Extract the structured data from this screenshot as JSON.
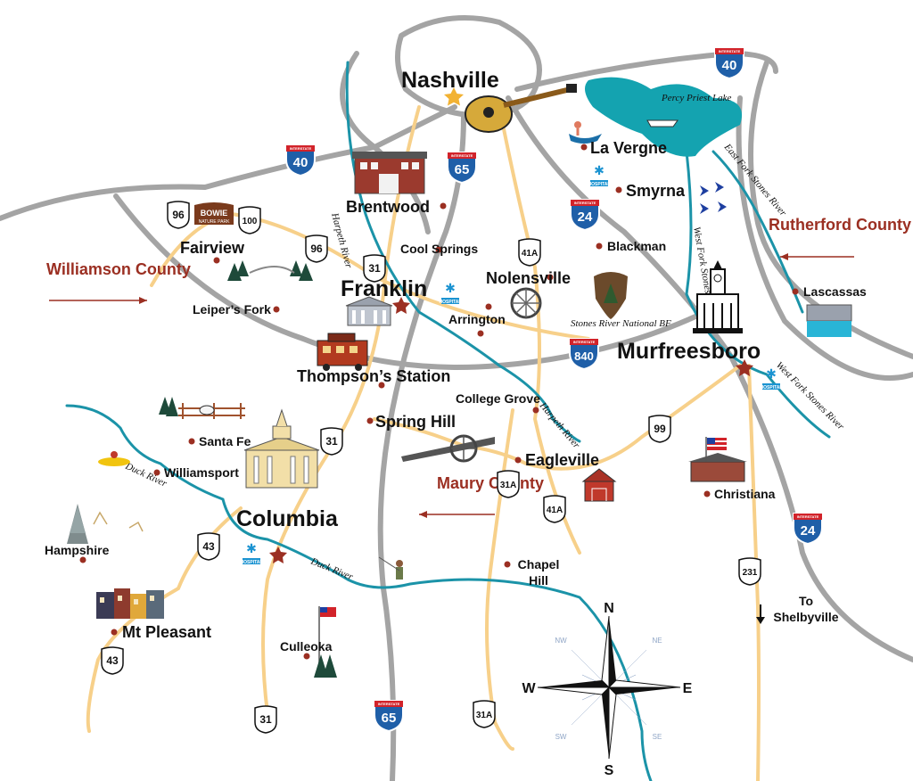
{
  "cities": {
    "nashville": "Nashville",
    "franklin": "Franklin",
    "murfreesboro": "Murfreesboro",
    "columbia": "Columbia",
    "brentwood": "Brentwood",
    "la_vergne": "La Vergne",
    "smyrna": "Smyrna",
    "fairview": "Fairview",
    "thompsons_station": "Thompson’s Station",
    "spring_hill": "Spring Hill",
    "nolensville": "Nolensville",
    "eagleville": "Eagleville",
    "mt_pleasant": "Mt Pleasant",
    "cool_springs": "Cool Springs",
    "blackman": "Blackman",
    "arrington": "Arrington",
    "leipers_fork": "Leiper’s Fork",
    "college_grove": "College Grove",
    "lascassas": "Lascassas",
    "santa_fe": "Santa Fe",
    "williamsport": "Williamsport",
    "christiana": "Christiana",
    "hampshire": "Hampshire",
    "chapel_hill": "Chapel Hill",
    "culleoka": "Culleoka",
    "to_shelbyville": "To Shelbyville"
  },
  "counties": {
    "williamson": "Williamson County",
    "rutherford": "Rutherford County",
    "maury": "Maury County"
  },
  "water": {
    "percy_priest": "Percy Priest Lake",
    "harpeth_river": "Harpeth River",
    "east_fork": "East Fork Stones River",
    "west_fork": "West Fork Stones River",
    "duck_river": "Duck River"
  },
  "landmarks": {
    "stones_river": "Stones River National BF",
    "bowie_title": "BOWIE",
    "bowie_sub": "NATURE PARK",
    "hospital": "HOSPITAL"
  },
  "shields": {
    "interstate_word": "INTERSTATE",
    "i40": "40",
    "i65": "65",
    "i24": "24",
    "i840": "840",
    "us31": "31",
    "us41a": "41A",
    "us31a": "31A",
    "us43": "43",
    "us96": "96",
    "us100": "100",
    "us99": "99",
    "us231": "231"
  },
  "compass": {
    "n": "N",
    "s": "S",
    "e": "E",
    "w": "W",
    "ne": "NE",
    "nw": "NW",
    "se": "SE",
    "sw": "SW"
  },
  "colors": {
    "road_gray": "#a4a4a4",
    "highway_tan": "#f7d08a",
    "river_teal": "#1b93a8",
    "lake_teal": "#14a3b0",
    "county_red": "#9b2f22",
    "dot_red": "#9b2f22",
    "interstate_blue": "#1f5fa8",
    "interstate_red": "#d2232a"
  }
}
